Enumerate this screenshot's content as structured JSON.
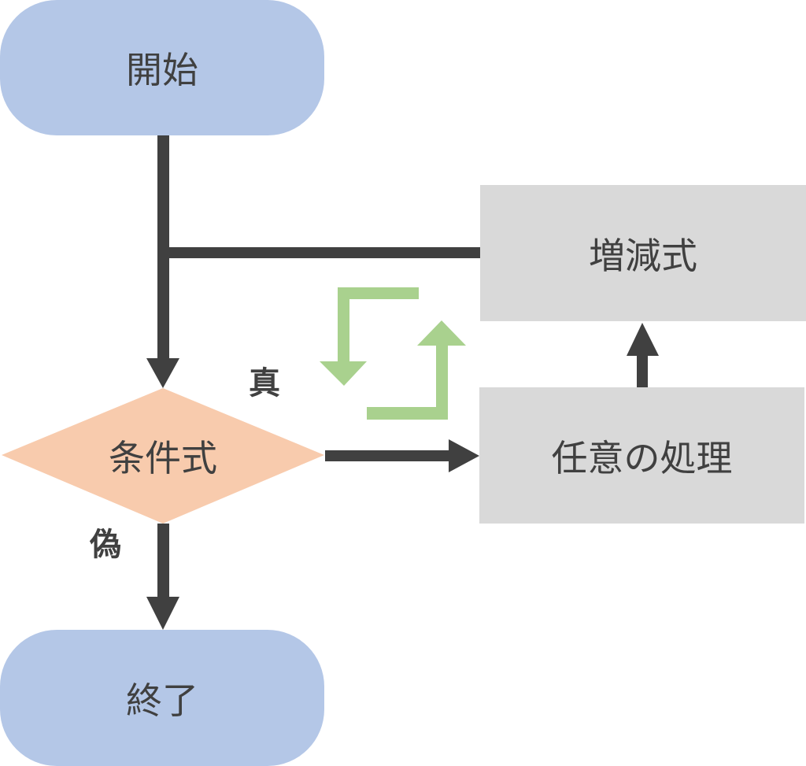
{
  "diagram": {
    "type": "flowchart",
    "colors": {
      "terminal": "#b4c7e7",
      "decision": "#f8cbad",
      "process": "#d9d9d9",
      "connector": "#404040",
      "loop_arrow": "#a9d18e",
      "text": "#404040"
    },
    "nodes": {
      "start": {
        "label": "開始",
        "shape": "terminal"
      },
      "condition": {
        "label": "条件式",
        "shape": "decision"
      },
      "process": {
        "label": "任意の処理",
        "shape": "process"
      },
      "increment": {
        "label": "増減式",
        "shape": "process"
      },
      "end": {
        "label": "終了",
        "shape": "terminal"
      }
    },
    "edge_labels": {
      "true": "真",
      "false": "偽"
    },
    "edges": [
      {
        "from": "start",
        "to": "condition"
      },
      {
        "from": "condition",
        "to": "process",
        "label": "真"
      },
      {
        "from": "process",
        "to": "increment"
      },
      {
        "from": "increment",
        "to": "condition"
      },
      {
        "from": "condition",
        "to": "end",
        "label": "偽"
      }
    ],
    "loop_icon": "loop-arrows-icon"
  }
}
